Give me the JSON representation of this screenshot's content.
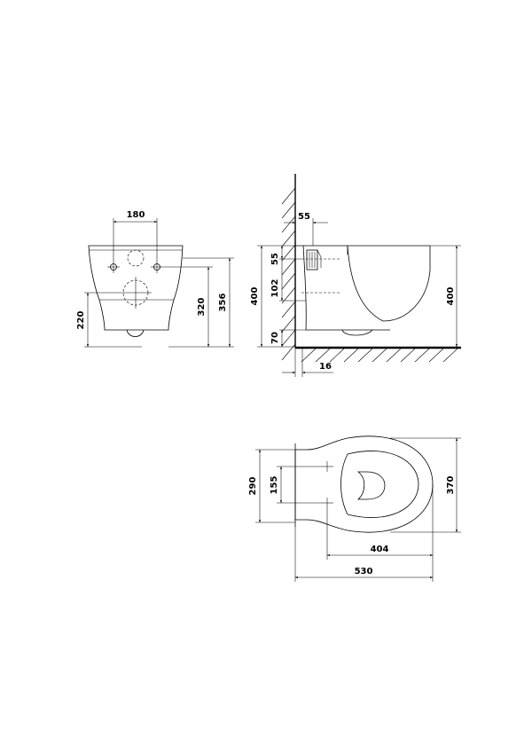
{
  "front_view": {
    "dim_width_180": "180",
    "dim_height_220": "220",
    "dim_height_320": "320",
    "dim_height_356": "356"
  },
  "side_view": {
    "dim_55_top": "55",
    "dim_55_left": "55",
    "dim_102": "102",
    "dim_400_left": "400",
    "dim_70": "70",
    "dim_400_right": "400",
    "dim_16": "16"
  },
  "top_view": {
    "dim_290": "290",
    "dim_155": "155",
    "dim_370": "370",
    "dim_404": "404",
    "dim_530": "530"
  }
}
